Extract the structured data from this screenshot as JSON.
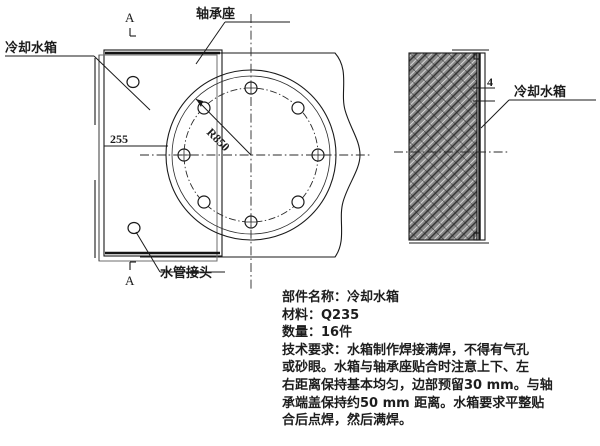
{
  "drawing": {
    "title_region": "mechanical-part-drawing",
    "views": {
      "front": {
        "labels": {
          "cooling_tank": "冷却水箱",
          "bearing_seat": "轴承座",
          "pipe_joint": "水管接头",
          "section_mark_top": "A",
          "section_mark_bottom": "A",
          "dim_height": "255",
          "dim_radius": "R850"
        }
      },
      "section": {
        "labels": {
          "cooling_tank": "冷却水箱",
          "dim_thickness": "4"
        }
      }
    },
    "spec": {
      "part_name_line": "部件名称：冷却水箱",
      "material_line": "材料：Q235",
      "quantity_line": "数量：16件",
      "tech_req_line1": "技术要求：水箱制作焊接满焊，不得有气孔",
      "tech_req_line2": "或砂眼。水箱与轴承座贴合时注意上下、左",
      "tech_req_line3": "右距离保持基本均匀，边部预留30 mm。与轴",
      "tech_req_line4": "承端盖保持约50 mm 距离。水箱要求平整贴",
      "tech_req_line5": "合后点焊，然后满焊。"
    },
    "colors": {
      "line": "#1a1a1a",
      "hatch": "#555555",
      "background": "#ffffff"
    }
  }
}
